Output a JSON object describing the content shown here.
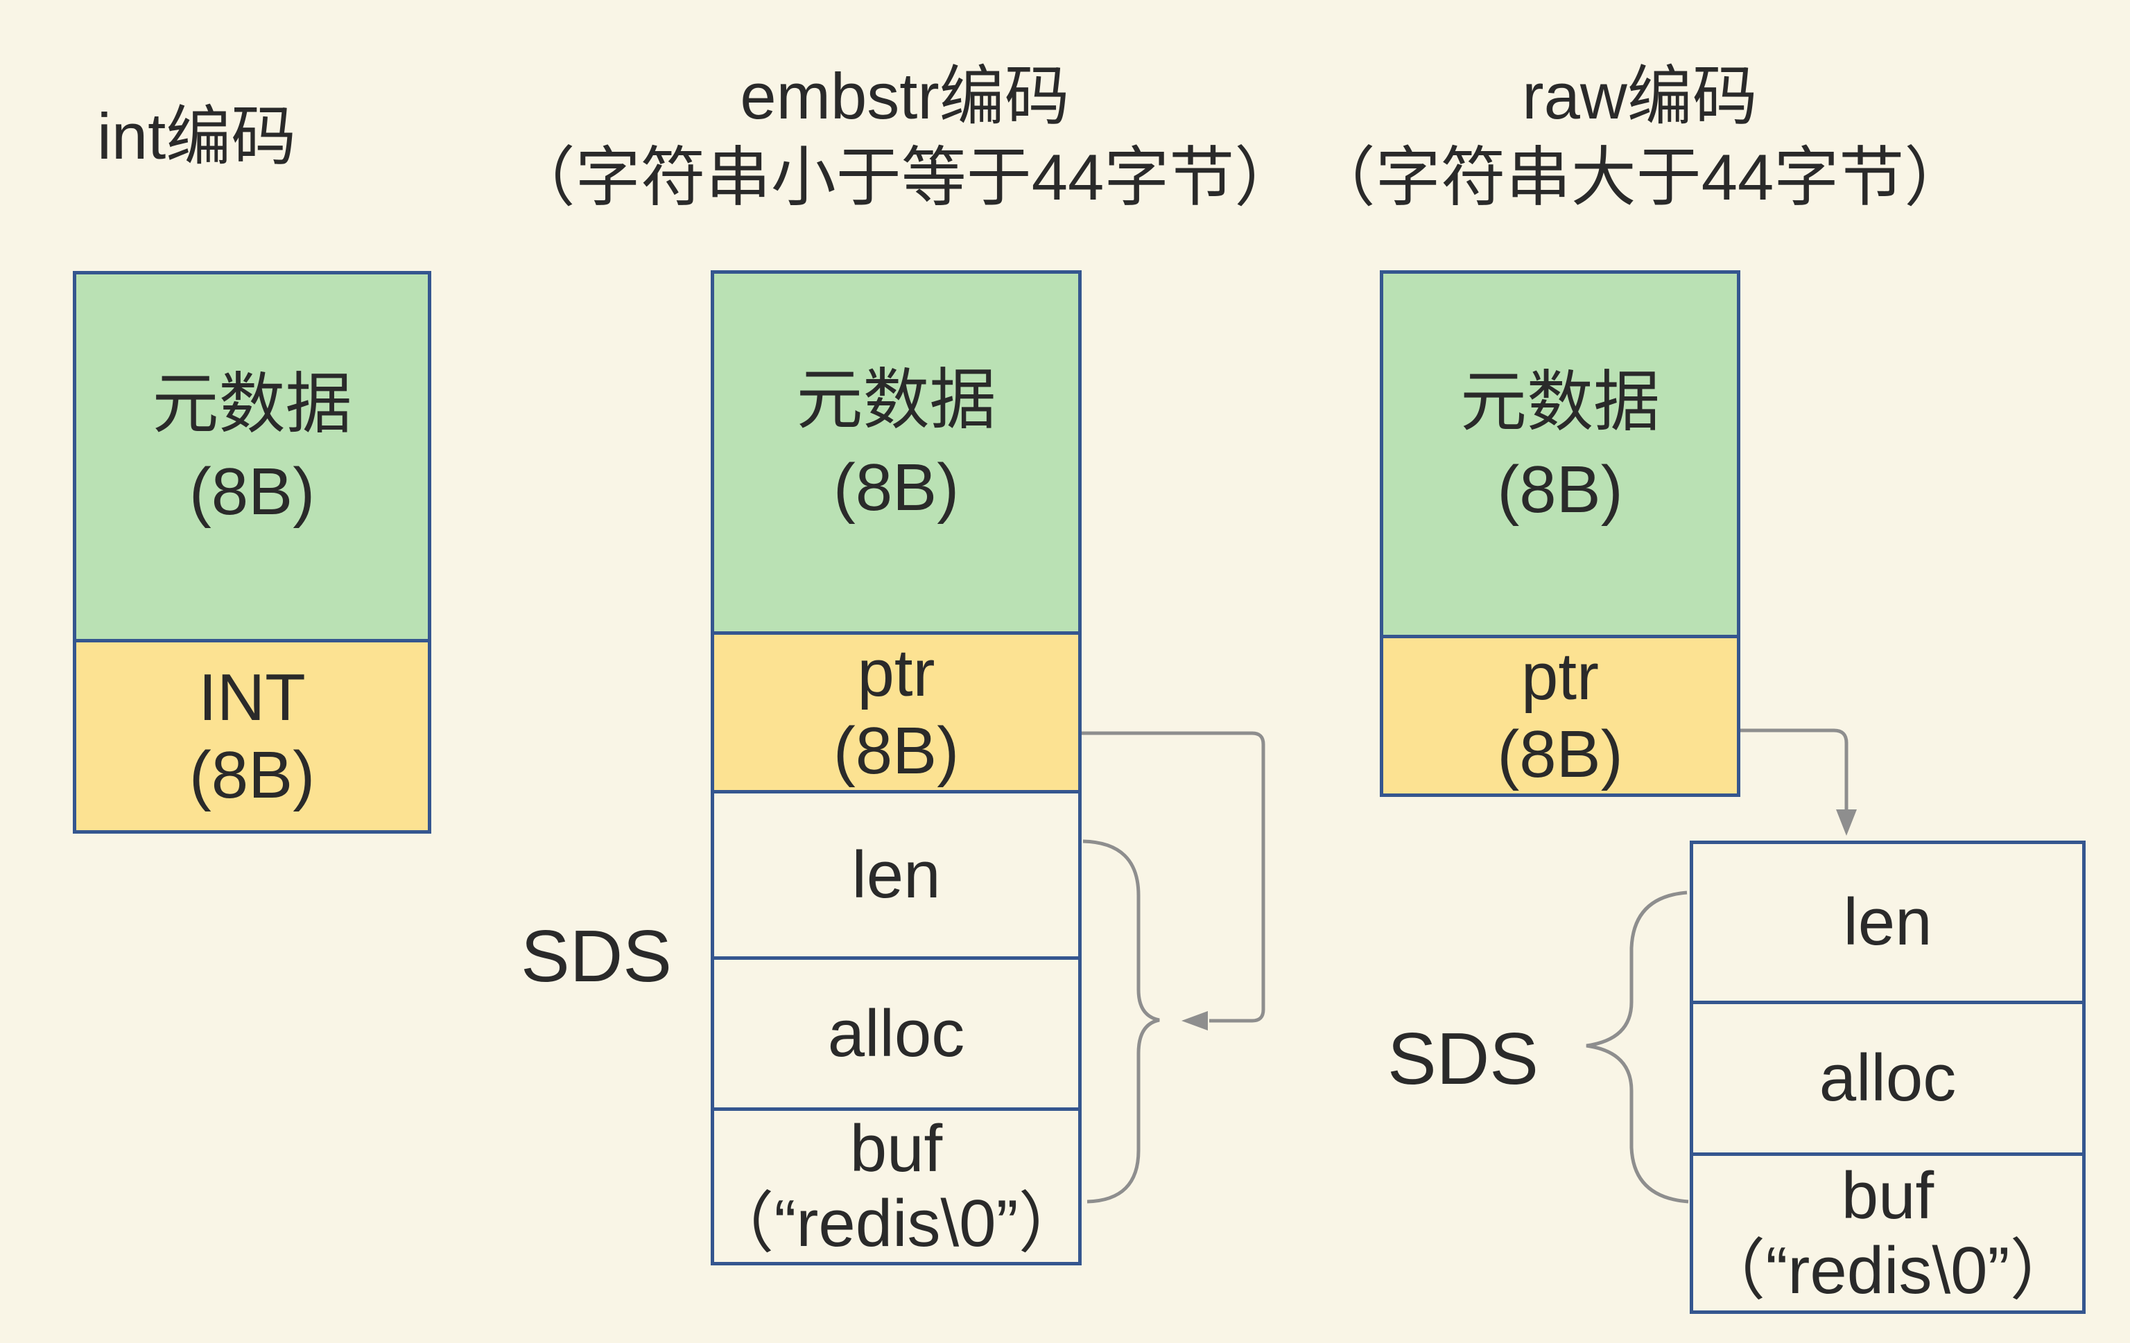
{
  "colors": {
    "background": "#F9F5E6",
    "green_fill": "#BAE1B4",
    "yellow_fill": "#FCE292",
    "border_blue": "#35568F",
    "text": "#2A2A2A",
    "connector": "#8E8E8E"
  },
  "int_column": {
    "title": "int编码",
    "meta_label": "元数据",
    "meta_size": "(8B)",
    "type_label": "INT",
    "type_size": "(8B)"
  },
  "embstr_column": {
    "title_line1": "embstr编码",
    "title_line2": "（字符串小于等于44字节）",
    "meta_label": "元数据",
    "meta_size": "(8B)",
    "ptr_label": "ptr",
    "ptr_size": "(8B)",
    "sds_label": "SDS",
    "len_label": "len",
    "alloc_label": "alloc",
    "buf_label": "buf",
    "buf_value": "（“redis\\0”）"
  },
  "raw_column": {
    "title_line1": "raw编码",
    "title_line2": "（字符串大于44字节）",
    "meta_label": "元数据",
    "meta_size": "(8B)",
    "ptr_label": "ptr",
    "ptr_size": "(8B)",
    "sds_label": "SDS",
    "len_label": "len",
    "alloc_label": "alloc",
    "buf_label": "buf",
    "buf_value": "（“redis\\0”）"
  }
}
